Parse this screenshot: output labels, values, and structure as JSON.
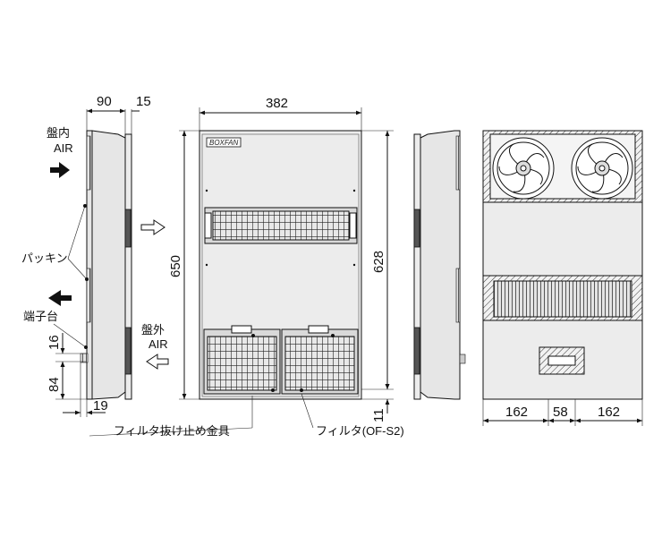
{
  "labels": {
    "air_in_line1": "盤内",
    "air_in_line2": "AIR",
    "air_out_line1": "盤外",
    "air_out_line2": "AIR",
    "packing": "パッキン",
    "terminal": "端子台",
    "filter_bracket": "フィルタ抜け止め金具",
    "filter": "フィルタ(OF-S2)",
    "logo": "BOXFAN"
  },
  "dimensions": {
    "depth": "90",
    "flange": "15",
    "width": "382",
    "height": "650",
    "inner_height": "628",
    "bottom_offset": "11",
    "term_16": "16",
    "term_84": "84",
    "term_19": "19",
    "rear_left": "162",
    "rear_center": "58",
    "rear_right": "162"
  }
}
